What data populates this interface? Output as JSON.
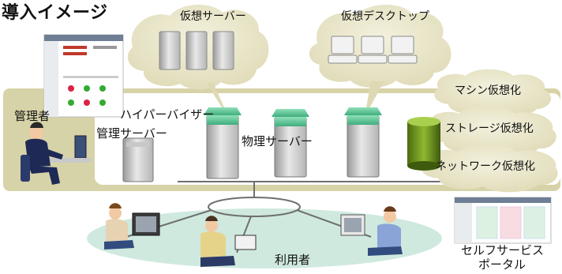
{
  "title": "導入イメージ",
  "clouds": {
    "virtual_servers": "仮想サーバー",
    "virtual_desktops": "仮想デスクトップ",
    "machine_virtualization": "マシン仮想化",
    "storage_virtualization": "ストレージ仮想化",
    "network_virtualization": "ネットワーク仮想化"
  },
  "labels": {
    "administrator": "管理者",
    "hypervisor": "ハイパーバイザー",
    "management_server": "管理サーバー",
    "physical_servers": "物理サーバー",
    "users": "利用者",
    "self_service_portal_line1": "セルフサービス",
    "self_service_portal_line2": "ポータル"
  }
}
